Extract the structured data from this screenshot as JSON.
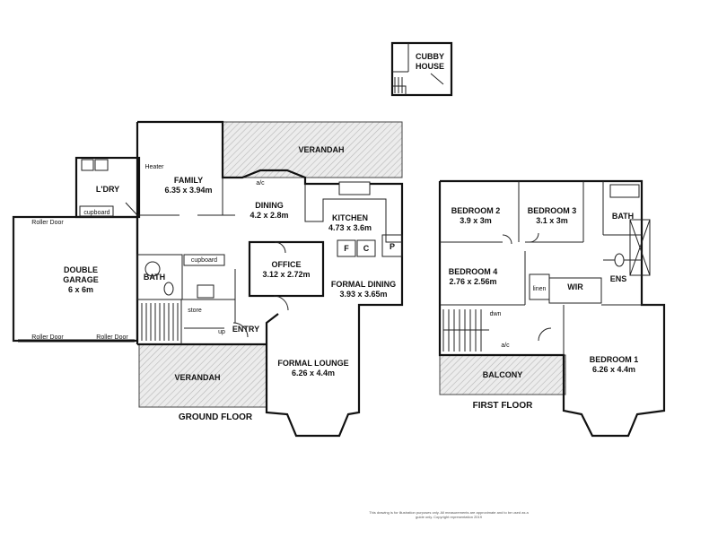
{
  "cubby": {
    "name_line1": "CUBBY",
    "name_line2": "HOUSE"
  },
  "ground": {
    "title": "GROUND FLOOR",
    "verandah_top": "VERANDAH",
    "verandah_bottom": "VERANDAH",
    "family": {
      "name": "FAMILY",
      "dims": "6.35 x 3.94m"
    },
    "heater": "Heater",
    "laundry": "L'DRY",
    "cupboard_laundry": "cupboard",
    "dining": {
      "name": "DINING",
      "dims": "4.2 x 2.8m"
    },
    "ac": "a/c",
    "kitchen": {
      "name": "KITCHEN",
      "dims": "4.73 x 3.6m"
    },
    "fridge": "F",
    "cooktop": "C",
    "pantry": "P",
    "office": {
      "name": "OFFICE",
      "dims": "3.12 x 2.72m"
    },
    "formal_dining": {
      "name": "FORMAL DINING",
      "dims": "3.93 x 3.65m"
    },
    "garage": {
      "name_line1": "DOUBLE",
      "name_line2": "GARAGE",
      "dims": "6 x 6m"
    },
    "roller_door_top": "Roller Door",
    "roller_door_left": "Roller Door",
    "roller_door_right": "Roller Door",
    "bath": "BATH",
    "cupboard_bath": "cupboard",
    "store": "store",
    "up": "up",
    "entry": "ENTRY",
    "formal_lounge": {
      "name": "FORMAL LOUNGE",
      "dims": "6.26 x 4.4m"
    }
  },
  "first": {
    "title": "FIRST FLOOR",
    "bedroom2": {
      "name": "BEDROOM 2",
      "dims": "3.9 x 3m"
    },
    "bedroom3": {
      "name": "BEDROOM 3",
      "dims": "3.1 x 3m"
    },
    "bath": "BATH",
    "bedroom4": {
      "name": "BEDROOM 4",
      "dims": "2.76 x 2.56m"
    },
    "linen": "linen",
    "wir": "WIR",
    "ens": "ENS",
    "dwn": "dwn",
    "ac": "a/c",
    "balcony": "BALCONY",
    "bedroom1": {
      "name": "BEDROOM 1",
      "dims": "6.26 x 4.4m"
    }
  },
  "disclaimer": "This drawing is for illustration purposes only. All measurements are approximate and to be used as a guide only. Copyright representation 2019"
}
